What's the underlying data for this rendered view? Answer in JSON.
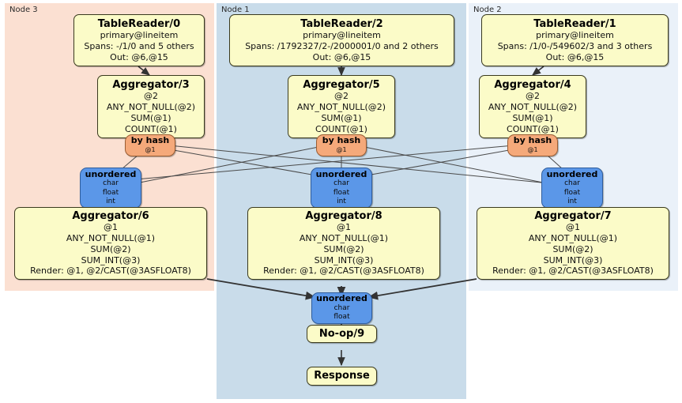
{
  "diagram": {
    "title": "Distributed SQL physical plan",
    "colors": {
      "panel_node3": "#fbe0d2",
      "panel_node1": "#c9dcea",
      "panel_node2": "#eaf1f9",
      "processor": "#fbfbc8",
      "hash_router": "#f5a97a",
      "synchronizer": "#5b97e8",
      "edge": "#4a4a4a"
    },
    "panels": [
      {
        "id": "node3",
        "label": "Node 3"
      },
      {
        "id": "node1",
        "label": "Node 1"
      },
      {
        "id": "node2",
        "label": "Node 2"
      }
    ],
    "nodes": {
      "tablereader0": {
        "title": "TableReader/0",
        "l1": "primary@lineitem",
        "l2": "Spans: -/1/0 and 5 others",
        "l3": "Out: @6,@15"
      },
      "tablereader2": {
        "title": "TableReader/2",
        "l1": "primary@lineitem",
        "l2": "Spans: /1792327/2-/2000001/0 and 2 others",
        "l3": "Out: @6,@15"
      },
      "tablereader1": {
        "title": "TableReader/1",
        "l1": "primary@lineitem",
        "l2": "Spans: /1/0-/549602/3 and 3 others",
        "l3": "Out: @6,@15"
      },
      "aggregator3": {
        "title": "Aggregator/3",
        "l1": "@2",
        "l2": "ANY_NOT_NULL(@2)",
        "l3": "SUM(@1)",
        "l4": "COUNT(@1)"
      },
      "aggregator5": {
        "title": "Aggregator/5",
        "l1": "@2",
        "l2": "ANY_NOT_NULL(@2)",
        "l3": "SUM(@1)",
        "l4": "COUNT(@1)"
      },
      "aggregator4": {
        "title": "Aggregator/4",
        "l1": "@2",
        "l2": "ANY_NOT_NULL(@2)",
        "l3": "SUM(@1)",
        "l4": "COUNT(@1)"
      },
      "byhash_left": {
        "title": "by hash",
        "l1": "@1"
      },
      "byhash_center": {
        "title": "by hash",
        "l1": "@1"
      },
      "byhash_right": {
        "title": "by hash",
        "l1": "@1"
      },
      "unordered_left": {
        "title": "unordered",
        "l1": "char",
        "l2": "float",
        "l3": "int"
      },
      "unordered_center": {
        "title": "unordered",
        "l1": "char",
        "l2": "float",
        "l3": "int"
      },
      "unordered_right": {
        "title": "unordered",
        "l1": "char",
        "l2": "float",
        "l3": "int"
      },
      "aggregator6": {
        "title": "Aggregator/6",
        "l1": "@1",
        "l2": "ANY_NOT_NULL(@1)",
        "l3": "SUM(@2)",
        "l4": "SUM_INT(@3)",
        "l5": "Render: @1, @2/CAST(@3ASFLOAT8)"
      },
      "aggregator8": {
        "title": "Aggregator/8",
        "l1": "@1",
        "l2": "ANY_NOT_NULL(@1)",
        "l3": "SUM(@2)",
        "l4": "SUM_INT(@3)",
        "l5": "Render: @1, @2/CAST(@3ASFLOAT8)"
      },
      "aggregator7": {
        "title": "Aggregator/7",
        "l1": "@1",
        "l2": "ANY_NOT_NULL(@1)",
        "l3": "SUM(@2)",
        "l4": "SUM_INT(@3)",
        "l5": "Render: @1, @2/CAST(@3ASFLOAT8)"
      },
      "unordered_final": {
        "title": "unordered",
        "l1": "char",
        "l2": "float"
      },
      "noop9": {
        "title": "No-op/9"
      },
      "response": {
        "title": "Response"
      }
    }
  }
}
